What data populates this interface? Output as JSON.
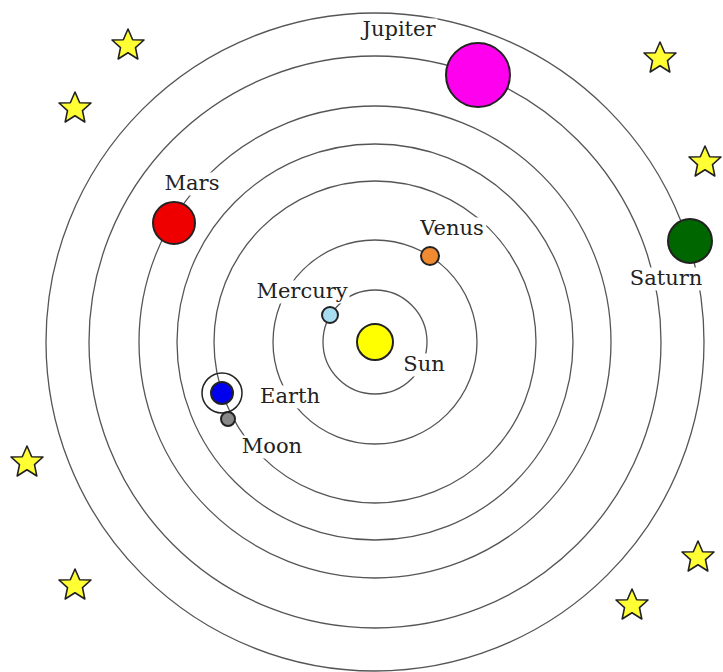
{
  "diagram": {
    "labels": [
      "Jupiter",
      "Mars",
      "Venus",
      "Mercury",
      "Sun",
      "Earth",
      "Moon",
      "Saturn"
    ]
  }
}
